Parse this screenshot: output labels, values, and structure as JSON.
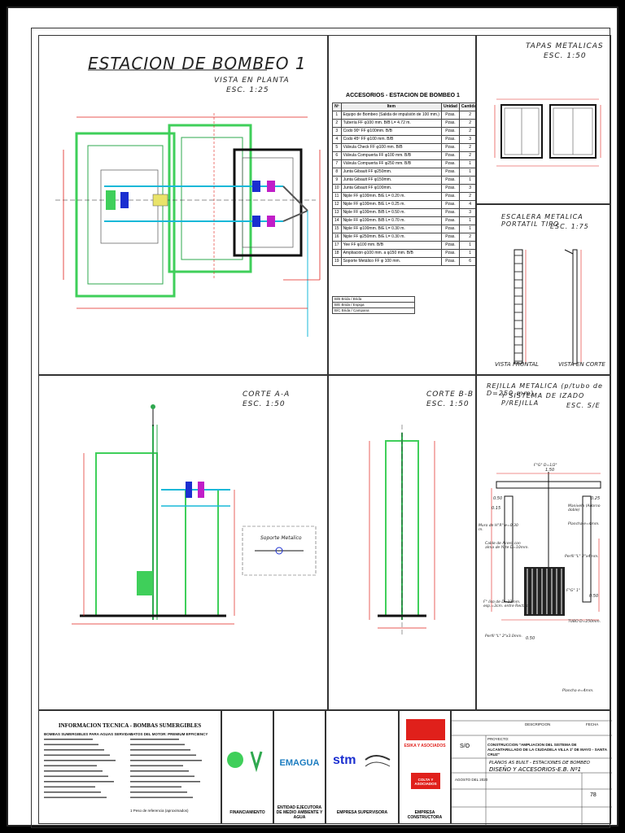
{
  "plan": {
    "title": "ESTACION DE BOMBEO 1",
    "subtitle": "VISTA EN PLANTA",
    "scale": "ESC. 1:25"
  },
  "tapas": {
    "title": "TAPAS METALICAS",
    "scale": "ESC. 1:50"
  },
  "escalera": {
    "title": "ESCALERA METALICA PORTATIL TIPO",
    "scale": "ESC. 1:75",
    "view1": "VISTA FRONTAL",
    "view2": "VISTA EN CORTE"
  },
  "accesorios": {
    "title": "ACCESORIOS - ESTACION DE BOMBEO 1",
    "headers": [
      "Nº",
      "Item",
      "Unidad",
      "Cantidad"
    ],
    "rows": [
      [
        "1",
        "Equipo de Bombeo (Salida de impulsión de 100 mm.)",
        "Pzas.",
        "2"
      ],
      [
        "2",
        "Tubería FF φ100 mm. B/B L= 4.72 m.",
        "Pzas.",
        "2"
      ],
      [
        "3",
        "Codo 90º FF φ100mm. B/B",
        "Pzas.",
        "2"
      ],
      [
        "4",
        "Codo 45º FF φ100 mm. B/B",
        "Pzas.",
        "3"
      ],
      [
        "5",
        "Válvula Check FF φ100 mm. B/B",
        "Pzas.",
        "2"
      ],
      [
        "6",
        "Válvula Compuerta FF φ100 mm. B/B",
        "Pzas.",
        "2"
      ],
      [
        "7",
        "Válvula Compuerta FF φ250 mm. B/B",
        "Pzas.",
        "1"
      ],
      [
        "8",
        "Junta Gibault FF φ250mm.",
        "Pzas.",
        "1"
      ],
      [
        "9",
        "Junta Gibault FF φ150mm.",
        "Pzas.",
        "1"
      ],
      [
        "10",
        "Junta Gibault FF φ100mm.",
        "Pzas.",
        "3"
      ],
      [
        "11",
        "Niple FF φ100mm. B/E L= 0.20 m.",
        "Pzas.",
        "2"
      ],
      [
        "12",
        "Niple FF φ100mm. B/E L= 0.25 m.",
        "Pzas.",
        "4"
      ],
      [
        "13",
        "Niple FF φ100mm. B/B L= 0.50 m.",
        "Pzas.",
        "3"
      ],
      [
        "14",
        "Niple FF φ100mm. B/B L= 0.70 m.",
        "Pzas.",
        "1"
      ],
      [
        "15",
        "Niple FF φ100mm. B/E L= 0.30 m.",
        "Pzas.",
        "1"
      ],
      [
        "16",
        "Niple FF φ250mm. B/E L= 0.30 m.",
        "Pzas.",
        "2"
      ],
      [
        "17",
        "Yee FF φ100 mm. B/B",
        "Pzas.",
        "1"
      ],
      [
        "18",
        "Ampliación φ100 mm. a φ150 mm. B/B",
        "Pzas.",
        "1"
      ],
      [
        "19",
        "Soporte Metálico FF φ 100 mm.",
        "Pzas.",
        "6"
      ]
    ],
    "legend": [
      "B/B  Brida / Brida",
      "B/E  Brida / Espiga",
      "B/C  Brida / Campana"
    ]
  },
  "corteA": {
    "title": "CORTE A-A",
    "scale": "ESC. 1:50"
  },
  "corteB": {
    "title": "CORTE B-B",
    "scale": "ESC. 1:50"
  },
  "soporte": {
    "title": "Soporte Metalico"
  },
  "rejilla": {
    "title": "REJILLA METALICA (p/tubo de D=250 mm)",
    "title2": "Y SISTEMA DE IZADO P/REJILLA",
    "scale": "ESC. S/E",
    "labels": [
      "F°G° D=1/2\"",
      "Manivela (Adorno doble)",
      "Plancha e=4mm.",
      "Perfil \"L\" 2\"x4mm.",
      "F°G° 1\"",
      "TUBO D=250mm.",
      "Plancha e=4mm.",
      "Cable de Acero con alma de Yute D=10mm.",
      "Muro de H°R° e=0.30 m.",
      "F° liso de D=12mm. esp.=3cm. entre Rectas",
      "Perfil \"L\" 2\"x3.0mm."
    ],
    "dims": [
      "0.50",
      "1.50",
      "0.25",
      "0.15",
      "0.50",
      "0.50"
    ]
  },
  "info": {
    "title": "INFORMACION TECNICA - BOMBAS SUMERGIBLES",
    "left_header": "BOMBAS SUMERGIBLES PARA AGUAS SERVIDAS",
    "right_header": "DATOS DEL MOTOR: PREMIUM EFFICIENCY",
    "note": "1  Peso de referencia (aproximados)"
  },
  "logos": {
    "financiamiento": "FINANCIAMIENTO",
    "ejecutora": "ENTIDAD EJECUTORA DE MEDIO AMBIENTE Y AGUA",
    "supervisora": "EMPRESA SUPERVISORA",
    "constructora": "EMPRESA CONSTRUCTORA",
    "emagua": "EMAGUA",
    "stm": "stm",
    "brand1": "ESIKA Y ASOCIADOS",
    "brand2": "COLTA Y ASOCIADOS"
  },
  "titleblock": {
    "project_label": "PROYECTO:",
    "project": "CONSTRUCCION \"AMPLIACION DEL SISTEMA DE ALCANTARILLADO DE LA CIUDADELA VILLA 1º DE MAYO - SANTA CRUZ\"",
    "sheet_title1": "PLANOS AS BUILT - ESTACIONES DE BOMBEO",
    "sheet_title2": "DISEÑO Y ACCESORIOS-E.B. Nº1",
    "scale_value": "S/O",
    "date": "AGOSTO DEL 2020",
    "sheet_no": "78",
    "col_desc": "DESCRIPCION",
    "col_fecha": "FECHA"
  },
  "colors": {
    "dim_red": "#e0201b",
    "pipe_green": "#2fa84f",
    "wall_green": "#3fcf5a",
    "cyan": "#18b8d8",
    "blue": "#1b2fd0",
    "magenta": "#c01ec8"
  }
}
